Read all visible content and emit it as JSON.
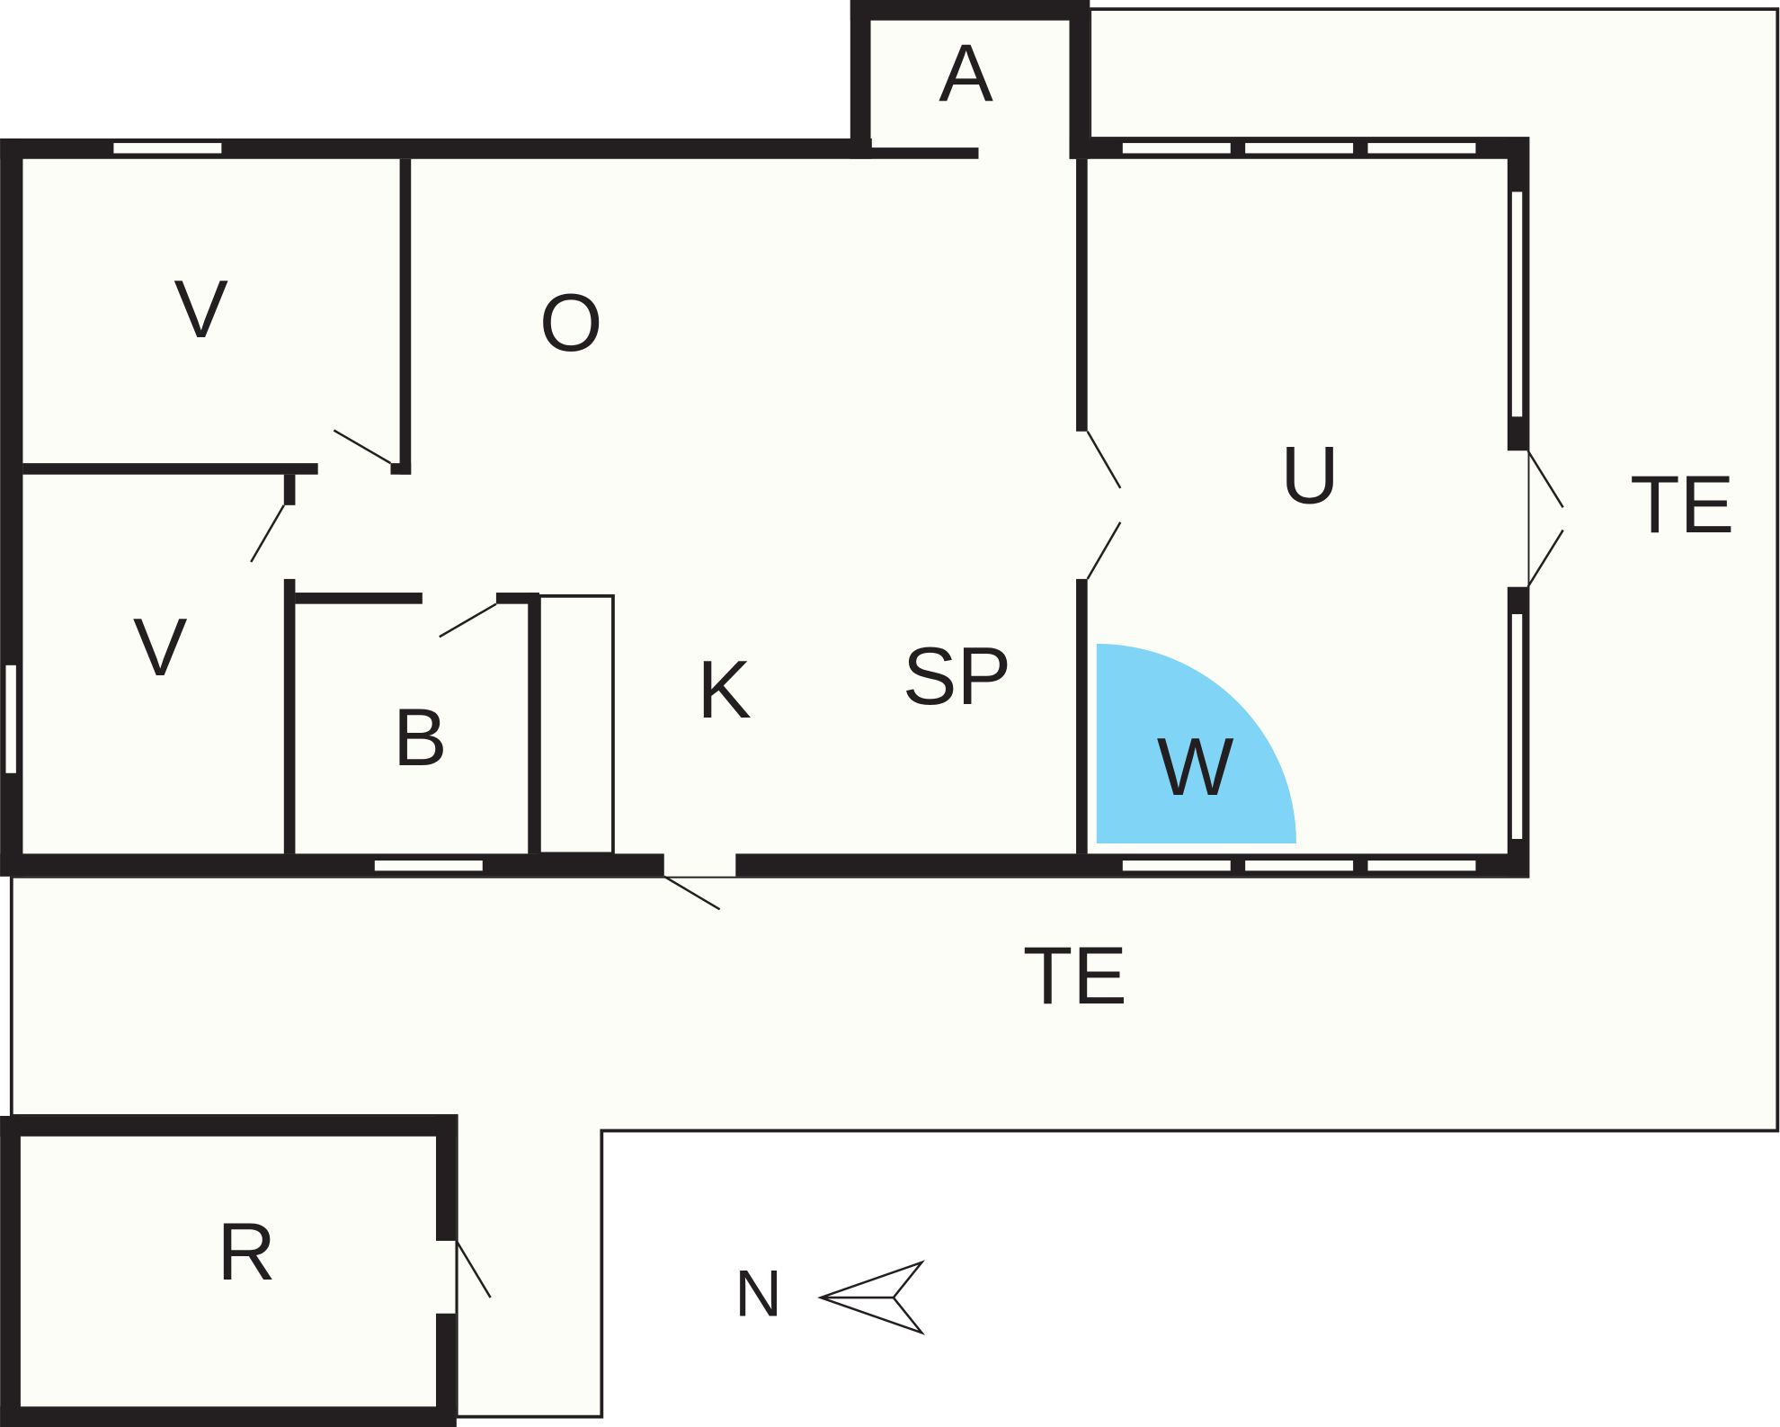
{
  "colors": {
    "floor": "#fdfdf8",
    "wall": "#231f20",
    "wardrobe": "#80d4f6"
  },
  "rooms": {
    "entry": "A",
    "bedroom_1": "V",
    "bedroom_2": "V",
    "living": "O",
    "bathroom": "B",
    "kitchen": "K",
    "dining": "SP",
    "sunroom": "U",
    "wardrobe": "W",
    "terrace_east": "TE",
    "terrace_south": "TE",
    "storage": "R"
  },
  "compass": {
    "label": "N"
  }
}
